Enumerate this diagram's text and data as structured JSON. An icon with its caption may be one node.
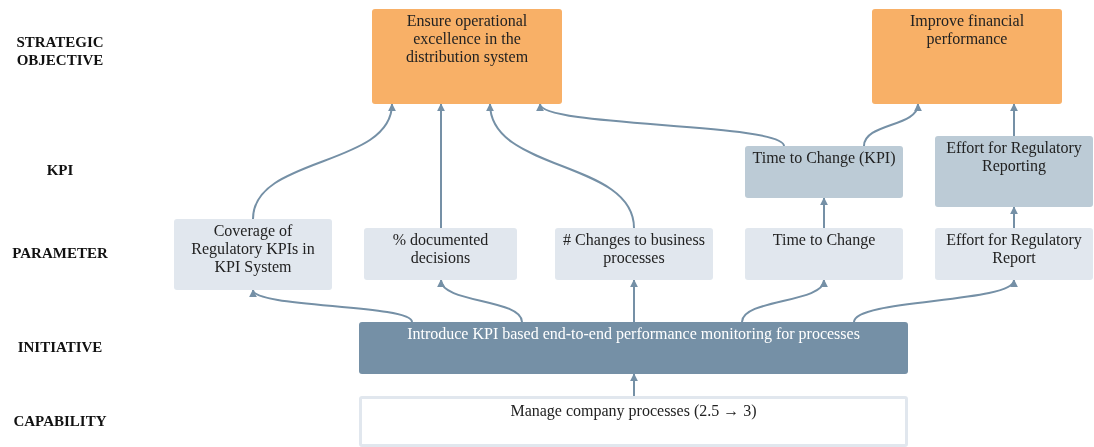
{
  "diagram": {
    "nodes": [
      {
        "text": [
          "Ensure operational excellence in the distribution system"
        ]
      },
      {
        "text": [
          "Improve financial performance"
        ]
      },
      {
        "text": [
          "Time to Change (KPI)"
        ]
      },
      {
        "text": [
          "Effort for Regulatory Reporting"
        ]
      },
      {
        "text": [
          "Coverage of Regulatory KPIs in KPI System"
        ]
      },
      {
        "text": [
          "% documented decisions"
        ]
      },
      {
        "text": [
          "# Changes to business processes"
        ]
      },
      {
        "text": [
          "Time to Change"
        ]
      },
      {
        "text": [
          "Effort for Regulatory Report"
        ]
      },
      {
        "text": [
          "Introduce KPI based end-to-end performance monitoring for processes"
        ]
      },
      {
        "text": [
          "Manage company processes (2.5 → 3)"
        ]
      }
    ],
    "edges": [
      {
        "from": 4,
        "to": 0,
        "arrow": "to"
      },
      {
        "from": 5,
        "to": 0,
        "arrow": "to"
      },
      {
        "from": 6,
        "to": 0,
        "arrow": "to"
      },
      {
        "from": 2,
        "to": 0,
        "arrow": "to"
      },
      {
        "from": 2,
        "to": 1,
        "arrow": "to"
      },
      {
        "from": 3,
        "to": 1,
        "arrow": "to"
      },
      {
        "from": 7,
        "to": 2,
        "arrow": "to"
      },
      {
        "from": 8,
        "to": 3,
        "arrow": "to"
      },
      {
        "from": 9,
        "to": 4,
        "arrow": "to"
      },
      {
        "from": 9,
        "to": 5,
        "arrow": "to"
      },
      {
        "from": 9,
        "to": 6,
        "arrow": "to"
      },
      {
        "from": 9,
        "to": 7,
        "arrow": "to"
      },
      {
        "from": 9,
        "to": 8,
        "arrow": "to"
      },
      {
        "from": 10,
        "to": 9,
        "arrow": "to"
      }
    ],
    "labels": [
      "STRATEGIC OBJECTIVE",
      "KPI",
      "PARAMETER",
      "INITIATIVE",
      "CAPABILITY"
    ]
  }
}
